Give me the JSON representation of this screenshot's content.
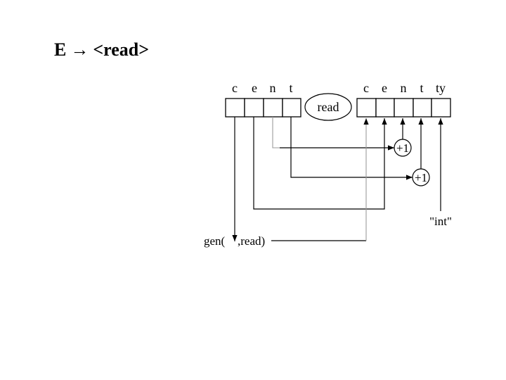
{
  "slide": {
    "title_lhs": "E",
    "title_arrow": "→",
    "title_rhs": "<read>"
  },
  "diagram": {
    "left_record": {
      "fields": [
        "c",
        "e",
        "n",
        "t"
      ]
    },
    "node_label": "read",
    "right_record": {
      "fields": [
        "c",
        "e",
        "n",
        "t",
        "ty"
      ]
    },
    "inc_label_1": "+1",
    "inc_label_2": "+1",
    "int_label": "\"int\"",
    "gen_prefix": "gen(",
    "gen_suffix": ",read)"
  }
}
